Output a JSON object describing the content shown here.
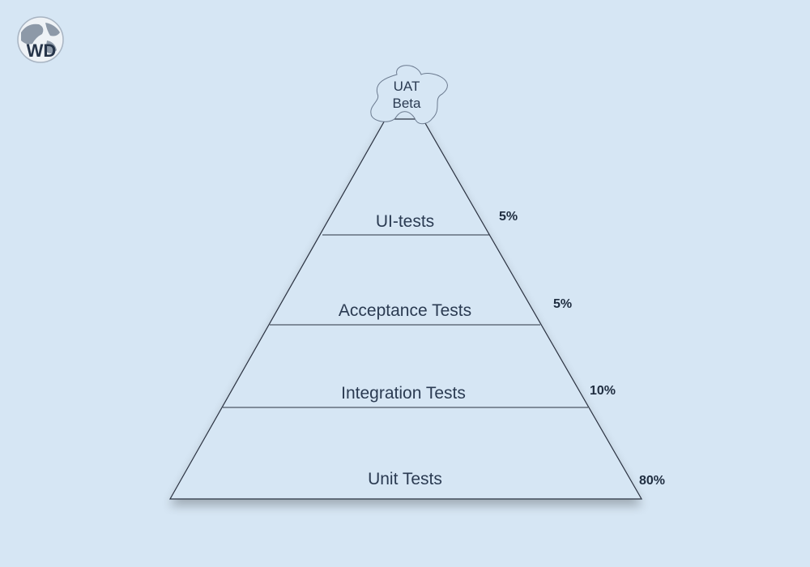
{
  "logo": {
    "text": "WD",
    "icon": "globe-logo-icon"
  },
  "top": {
    "lines": [
      "UAT",
      "Beta"
    ]
  },
  "layers": [
    {
      "label": "UI-tests",
      "percent": "5%"
    },
    {
      "label": "Acceptance Tests",
      "percent": "5%"
    },
    {
      "label": "Integration Tests",
      "percent": "10%"
    },
    {
      "label": "Unit Tests",
      "percent": "80%"
    }
  ],
  "colors": {
    "background": "#d6e6f4",
    "line": "#2a3140",
    "text": "#2b3b52"
  }
}
